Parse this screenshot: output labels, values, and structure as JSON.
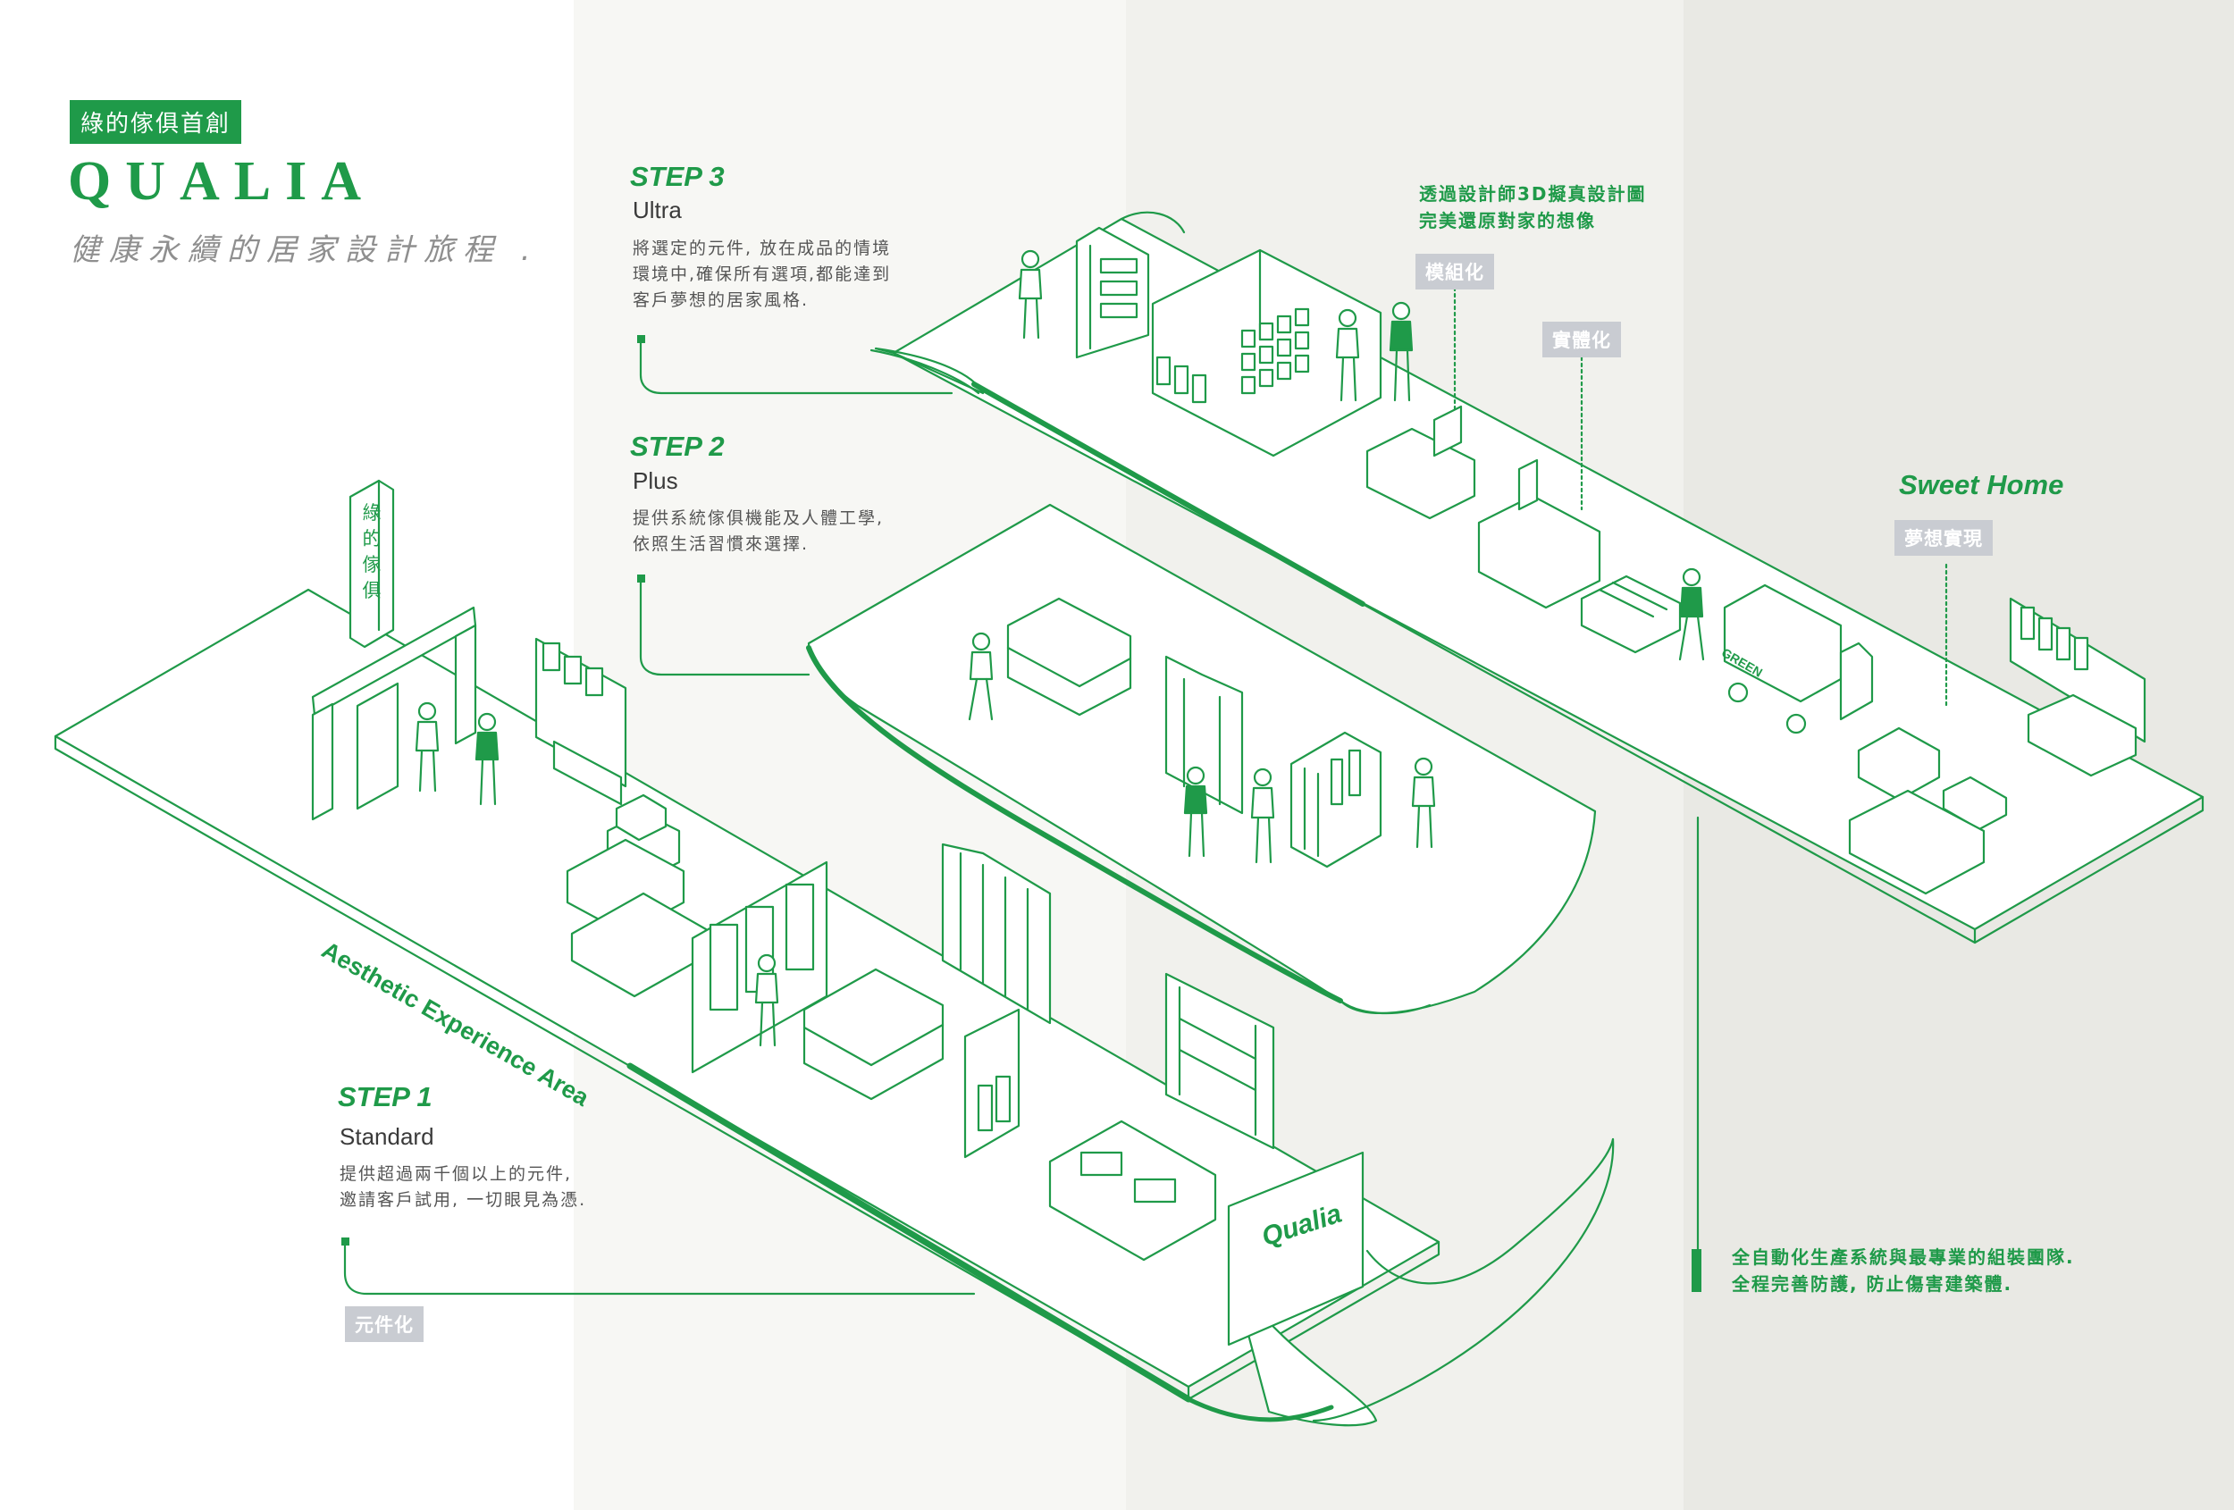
{
  "brand": {
    "badge": "綠的傢俱首創",
    "title": "QUALIA",
    "subtitle": "健康永續的居家設計旅程 ."
  },
  "steps": [
    {
      "title": "STEP 1",
      "name": "Standard",
      "desc": "提供超過兩千個以上的元件,\n邀請客戶試用, 一切眼見為憑."
    },
    {
      "title": "STEP 2",
      "name": "Plus",
      "desc": "提供系統傢俱機能及人體工學,\n依照生活習慣來選擇."
    },
    {
      "title": "STEP 3",
      "name": "Ultra",
      "desc": "將選定的元件, 放在成品的情境\n環境中,確保所有選項,都能達到\n客戶夢想的居家風格."
    }
  ],
  "tags": {
    "component": "元件化",
    "modular": "模組化",
    "physical": "實體化",
    "dream": "夢想實現"
  },
  "notes": {
    "designer": "透過設計師3D擬真設計圖\n完美還原對家的想像",
    "production": "全自動化生產系統與最專業的組裝團隊.\n全程完善防護, 防止傷害建築體."
  },
  "labels": {
    "sweet_home": "Sweet Home",
    "aesthetic_area": "Aesthetic Experience Area",
    "sign": "綠的傢俱",
    "billboard": "Qualia",
    "truck": "GREEN"
  },
  "colors": {
    "accent": "#1f9a49",
    "tag_gray": "#c9ccd2",
    "text_gray": "#8f8f8f"
  }
}
